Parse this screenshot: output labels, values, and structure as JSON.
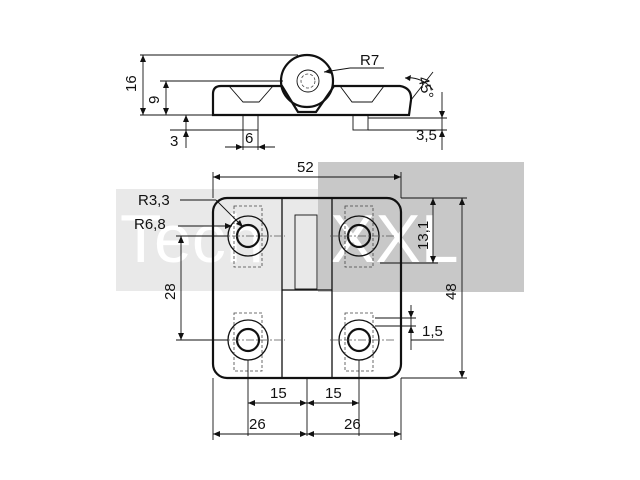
{
  "watermark": {
    "text_left": "Tech",
    "text_right": "XXL",
    "colors": {
      "light_box": "#e9e9e9",
      "dark_box": "#c8c8c8",
      "text": "#ffffff"
    }
  },
  "top_view": {
    "dim_height_total": "16",
    "dim_height_body": "9",
    "dim_pin_length": "3",
    "dim_pin_width": "6",
    "dim_pin_right": "3,5",
    "radius_label": "R7",
    "angle_label": "45°"
  },
  "front_view": {
    "dim_width_total": "52",
    "hole_radius_label": "R3,3",
    "counterbore_radius_label": "R6,8",
    "dim_vertical_spacing": "28",
    "dim_hole_offset": "13,1",
    "dim_height_total": "48",
    "dim_offset_small": "1,5",
    "dim_center_left": "15",
    "dim_center_right": "15",
    "dim_half_left": "26",
    "dim_half_right": "26"
  }
}
